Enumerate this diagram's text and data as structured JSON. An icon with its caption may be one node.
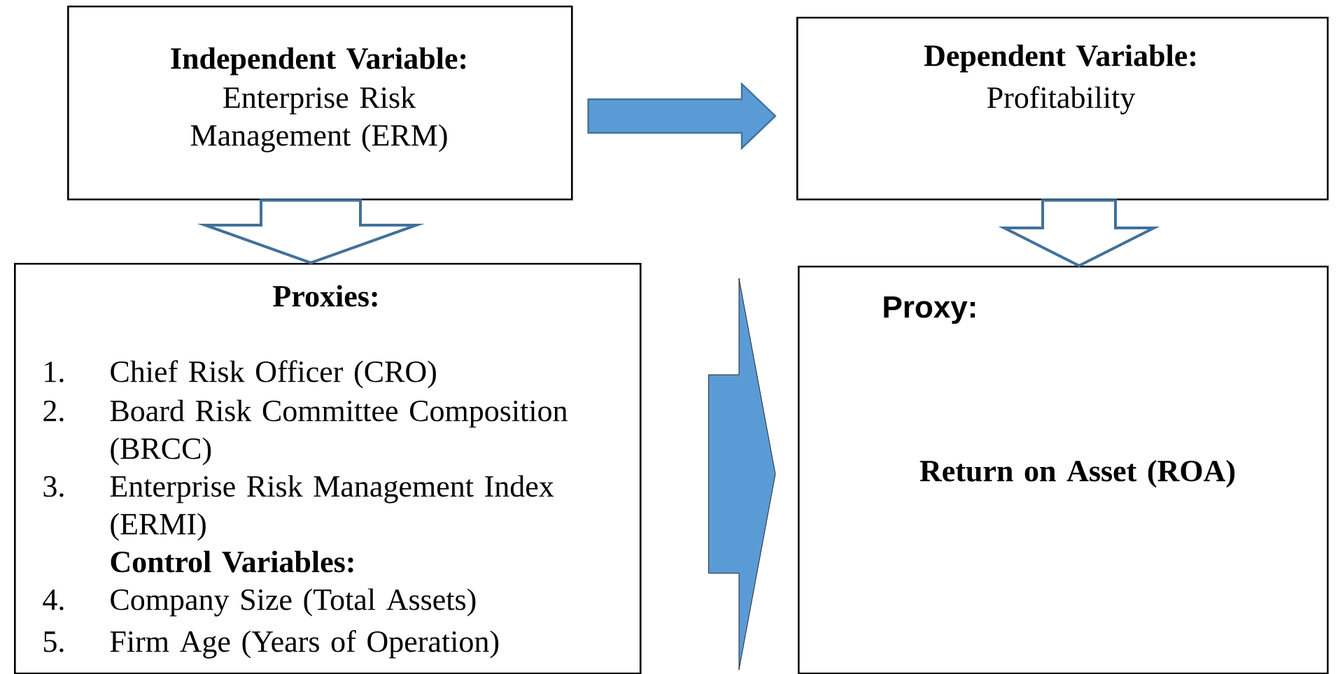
{
  "diagram": {
    "nodes": [
      {
        "text": [
          "Independent Variable:",
          "Enterprise Risk Management (ERM)"
        ]
      },
      {
        "text": [
          "Dependent Variable:",
          "Profitability"
        ]
      },
      {
        "text": [
          "Proxies:",
          "1.",
          "Chief Risk Officer (CRO)",
          "2.",
          "Board Risk Committee Composition (BRCC)",
          "3.",
          "Enterprise Risk Management Index (ERMI)",
          "Control Variables:",
          "4.",
          "Company Size (Total Assets)",
          "5.",
          "Firm Age (Years of Operation)"
        ]
      },
      {
        "text": [
          "Proxy:",
          "Return on Asset (ROA)"
        ]
      }
    ],
    "edges": [
      {
        "from": 0,
        "to": 1,
        "arrow": "to"
      },
      {
        "from": 0,
        "to": 2,
        "arrow": "to"
      },
      {
        "from": 1,
        "to": 3,
        "arrow": "to"
      },
      {
        "from": 2,
        "to": 3,
        "arrow": "to"
      }
    ]
  }
}
